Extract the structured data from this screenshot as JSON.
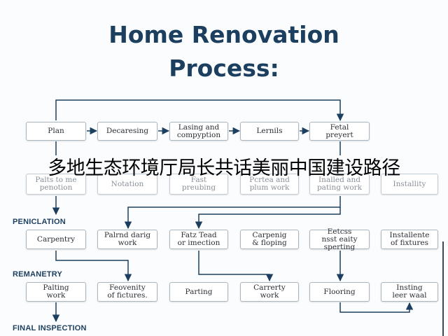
{
  "title": [
    "Home Renovation",
    "Process:"
  ],
  "overlay_text": "多地生态环境厅局长共话美丽中国建设路径",
  "sections": [
    "PENICLATION",
    "REMANETRY",
    "FINAL INSPECTION"
  ],
  "rows": [
    [
      "Plan",
      "Decaresing",
      "Lasing and\ncompyption",
      "Lernils",
      "Fetal\npreyert"
    ],
    [
      "Palts to me\npenotion",
      "Notation",
      "Fast\npreubing",
      "Pcrtea and\nplum work",
      "Inalled and\npating work",
      "Installity"
    ],
    [
      "Carpentry",
      "Palrnd darig\nwork",
      "Fatz Tead\nor imection",
      "Carpenig\n& floping",
      "Eetcss\nnsst eaity\nsperting",
      "Installente\nof fixtures"
    ],
    [
      "Palting\nwork",
      "Feovenity\nof fictures.",
      "Parting",
      "Carrerty\nwork",
      "Flooring",
      "Insting\nleer waal"
    ]
  ],
  "colors": {
    "accent": "#1c3f5f",
    "line": "#1c3f5f",
    "node_border": "#aab6c0"
  }
}
